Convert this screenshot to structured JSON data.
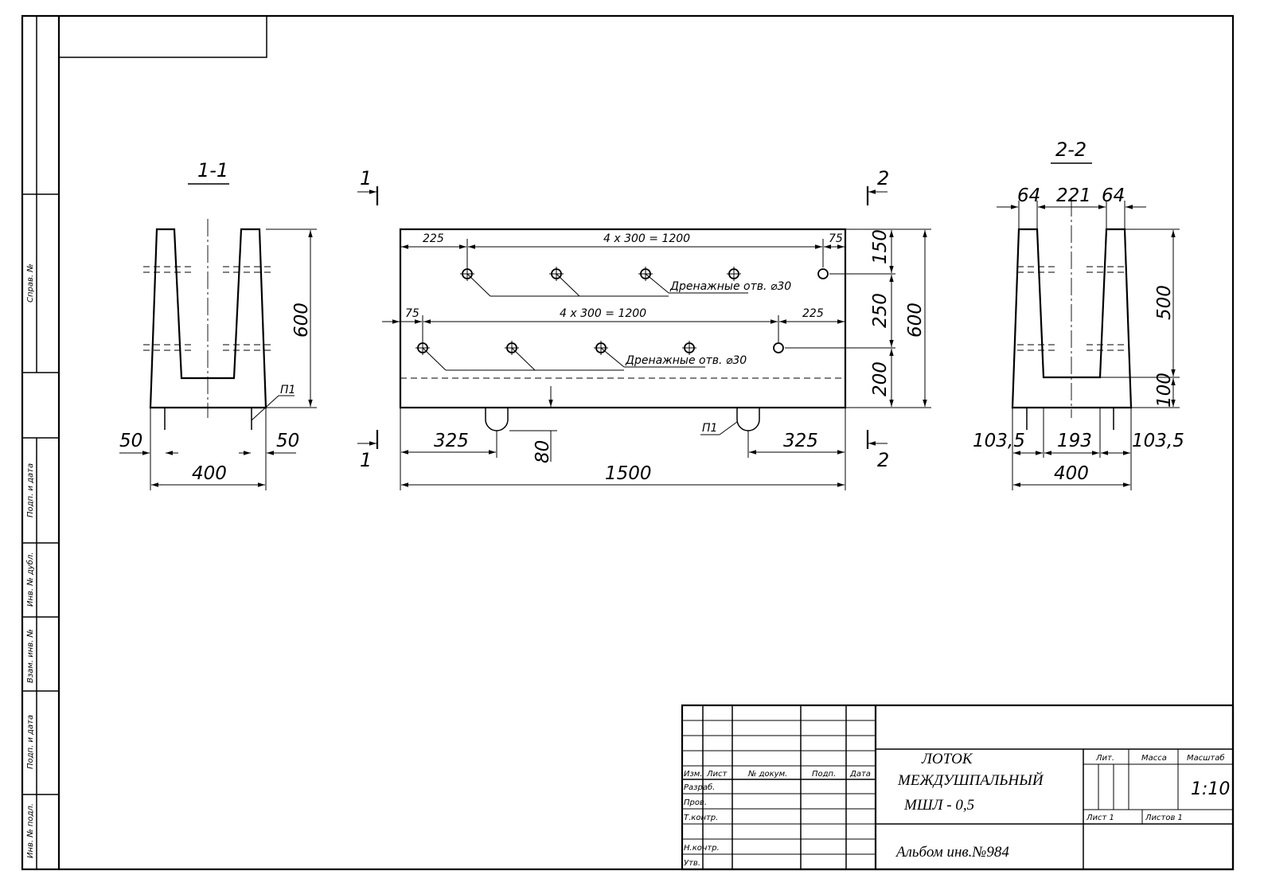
{
  "views": {
    "section_1": {
      "title": "1-1",
      "dims": {
        "height": "600",
        "width": "400",
        "left": "50",
        "right": "50",
        "note": "П1"
      }
    },
    "front": {
      "cut_marks": {
        "left_top": "1",
        "left_bottom": "1",
        "right_top": "2",
        "right_bottom": "2"
      },
      "top_row": {
        "left": "225",
        "span": "4 x 300 = 1200",
        "right": "75",
        "label": "Дренажные отв. ⌀30"
      },
      "bottom_row": {
        "left": "75",
        "span": "4 x 300 = 1200",
        "right": "225",
        "label": "Дренажные отв. ⌀30"
      },
      "vertical": {
        "top": "150",
        "middle": "250",
        "bottom": "200",
        "total": "600"
      },
      "bottom": {
        "left": "325",
        "right": "325",
        "depth": "80",
        "total": "1500",
        "note": "П1"
      }
    },
    "section_2": {
      "title": "2-2",
      "dims": {
        "wall_left": "64",
        "gap": "221",
        "wall_right": "64",
        "height": "500",
        "base": "100",
        "left": "103,5",
        "middle": "193",
        "right": "103,5",
        "width": "400"
      }
    }
  },
  "side_stamp": {
    "sprav": "Справ. №",
    "podp1": "Подп. и дата",
    "inv_dubl": "Инв. № дубл.",
    "vzam": "Взам. инв. №",
    "podp2": "Подп. и дата",
    "inv_podl": "Инв. № подл."
  },
  "title_block": {
    "izm": "Изм.",
    "list": "Лист",
    "doc_no": "№ докум.",
    "podp": "Подп.",
    "data": "Дата",
    "rows": [
      "Разраб.",
      "Пров.",
      "Т.контр.",
      "",
      "Н.контр.",
      "Утв."
    ],
    "title_line1": "ЛОТОК",
    "title_line2": "МЕЖДУШПАЛЬНЫЙ",
    "title_line3": "МШЛ - 0,5",
    "album": "Альбом инв.№984",
    "lit_label": "Лит.",
    "mass_label": "Масса",
    "scale_label": "Масштаб",
    "scale": "1:10",
    "sheet": "Лист 1",
    "sheets": "Листов 1"
  }
}
